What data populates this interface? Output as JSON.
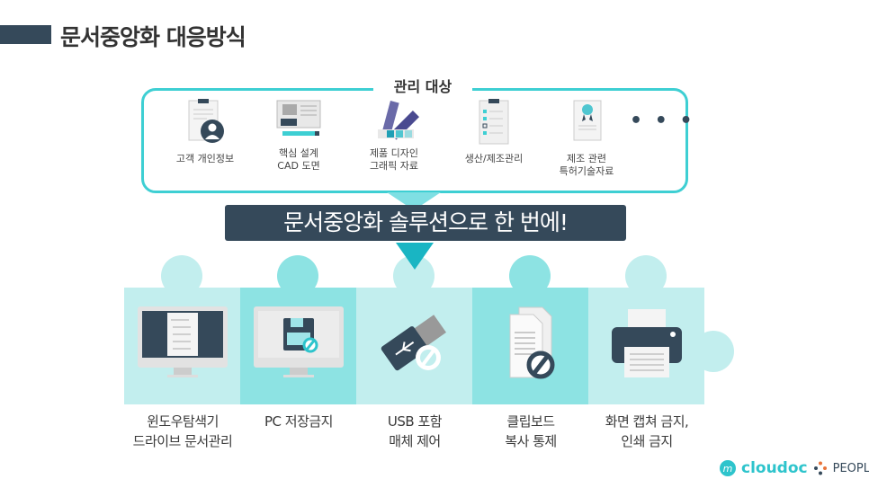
{
  "header": {
    "title": "문서중앙화 대응방식"
  },
  "targets": {
    "label": "관리 대상",
    "items": [
      {
        "label": "고객 개인정보",
        "icon": "customer-info-icon"
      },
      {
        "label": "핵심 설계\nCAD 도면",
        "icon": "cad-drawing-icon"
      },
      {
        "label": "제품 디자인\n그래픽 자료",
        "icon": "color-palette-icon"
      },
      {
        "label": "생산/제조관리",
        "icon": "checklist-icon"
      },
      {
        "label": "제조 관련\n특허기술자료",
        "icon": "certificate-icon"
      }
    ],
    "more": "• • •"
  },
  "banner": "문서중앙화 솔루션으로 한 번에!",
  "features": [
    {
      "label": "윈도우탐색기\n드라이브 문서관리",
      "icon": "explorer-monitor-icon",
      "color": "#c2eeee"
    },
    {
      "label": "PC 저장금지",
      "icon": "save-block-icon",
      "color": "#8de3e3"
    },
    {
      "label": "USB 포함\n매체 제어",
      "icon": "usb-block-icon",
      "color": "#c2eeee"
    },
    {
      "label": "클립보드\n복사 통제",
      "icon": "clipboard-block-icon",
      "color": "#8de3e3"
    },
    {
      "label": "화면 캡쳐 금지,\n인쇄 금지",
      "icon": "printer-icon",
      "color": "#c2eeee"
    }
  ],
  "footer": {
    "brand1": "cloudoc",
    "brand2": "PEOPLUS"
  }
}
